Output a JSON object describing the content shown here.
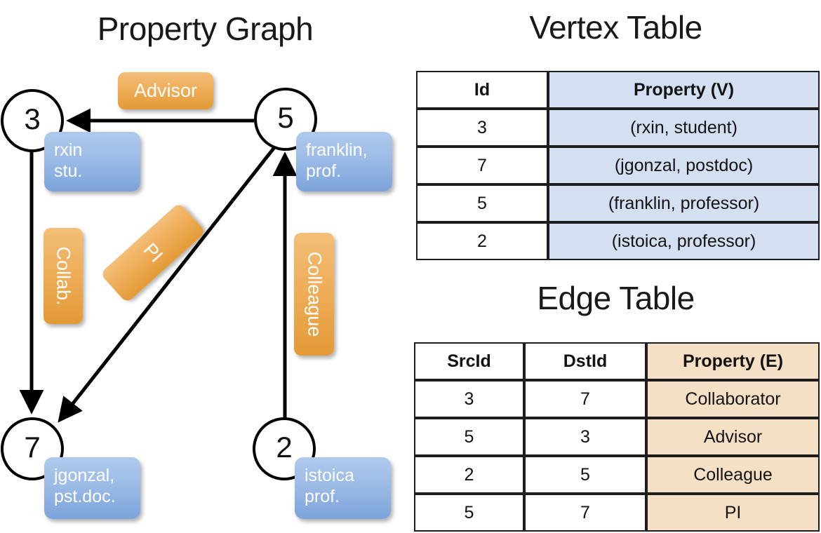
{
  "graph": {
    "title": "Property Graph",
    "nodes": [
      {
        "id": "3",
        "lines": [
          "rxin",
          "stu."
        ]
      },
      {
        "id": "5",
        "lines": [
          "franklin,",
          "prof."
        ]
      },
      {
        "id": "7",
        "lines": [
          "jgonzal,",
          "pst.doc."
        ]
      },
      {
        "id": "2",
        "lines": [
          "istoica",
          "prof."
        ]
      }
    ],
    "edge_labels": [
      {
        "text": "Advisor"
      },
      {
        "text": "Collab."
      },
      {
        "text": "PI"
      },
      {
        "text": "Colleague"
      }
    ]
  },
  "vertex_table": {
    "title": "Vertex Table",
    "headers": [
      "Id",
      "Property (V)"
    ],
    "rows": [
      [
        "3",
        "(rxin, student)"
      ],
      [
        "7",
        "(jgonzal, postdoc)"
      ],
      [
        "5",
        "(franklin, professor)"
      ],
      [
        "2",
        "(istoica, professor)"
      ]
    ]
  },
  "edge_table": {
    "title": "Edge Table",
    "headers": [
      "SrcId",
      "DstId",
      "Property (E)"
    ],
    "rows": [
      [
        "3",
        "7",
        "Collaborator"
      ],
      [
        "5",
        "3",
        "Advisor"
      ],
      [
        "2",
        "5",
        "Colleague"
      ],
      [
        "5",
        "7",
        "PI"
      ]
    ]
  },
  "colors": {
    "node_box_blue": "#9cbbe6",
    "edge_label_orange": "#eeac56",
    "vertex_table_fill": "#d4e0f1",
    "edge_table_fill": "#f6e0c5",
    "stroke": "#000000",
    "background": "#ffffff"
  }
}
